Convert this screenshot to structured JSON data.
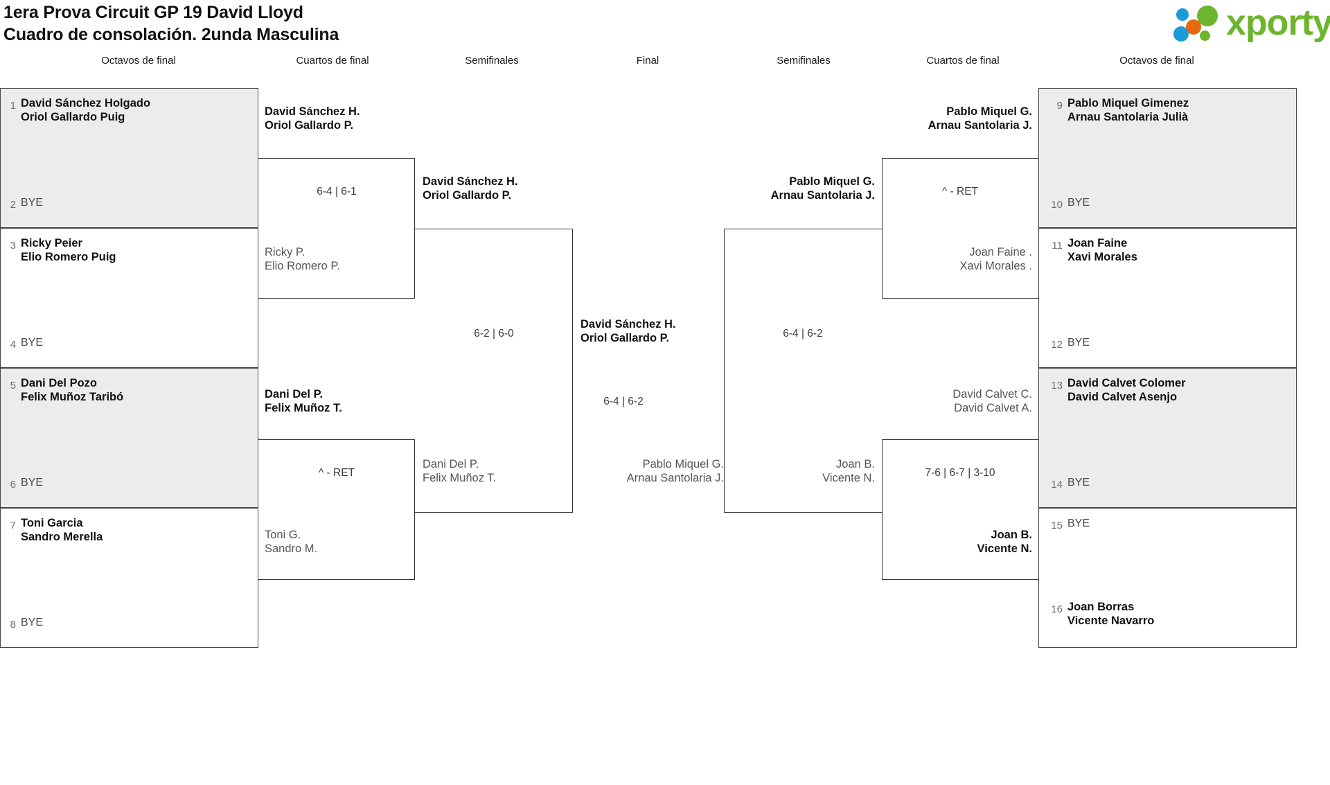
{
  "header": {
    "title_line1": "1era Prova Circuit GP 19 David Lloyd",
    "title_line2": "Cuadro de consolación. 2unda Masculina",
    "logo_word": "xporty",
    "logo_colors": {
      "green": "#6cb52d",
      "blue": "#1b9bd8",
      "orange": "#e8690b"
    }
  },
  "round_headers": {
    "r16_left": "Octavos de final",
    "qf_left": "Cuartos de final",
    "sf_left": "Semifinales",
    "final": "Final",
    "sf_right": "Semifinales",
    "qf_right": "Cuartos de final",
    "r16_right": "Octavos de final"
  },
  "left_seeds": [
    {
      "num": "1",
      "names": [
        "David Sánchez Holgado",
        "Oriol Gallardo Puig"
      ],
      "bye": false
    },
    {
      "num": "2",
      "names": [
        "BYE"
      ],
      "bye": true
    },
    {
      "num": "3",
      "names": [
        "Ricky Peier",
        "Elio Romero Puig"
      ],
      "bye": false
    },
    {
      "num": "4",
      "names": [
        "BYE"
      ],
      "bye": true
    },
    {
      "num": "5",
      "names": [
        "Dani Del Pozo",
        "Felix Muñoz Taribó"
      ],
      "bye": false
    },
    {
      "num": "6",
      "names": [
        "BYE"
      ],
      "bye": true
    },
    {
      "num": "7",
      "names": [
        "Toni Garcia",
        "Sandro Merella"
      ],
      "bye": false
    },
    {
      "num": "8",
      "names": [
        "BYE"
      ],
      "bye": true
    }
  ],
  "right_seeds": [
    {
      "num": "9",
      "names": [
        "Pablo Miquel Gimenez",
        "Arnau Santolaria Julià"
      ],
      "bye": false
    },
    {
      "num": "10",
      "names": [
        "BYE"
      ],
      "bye": true
    },
    {
      "num": "11",
      "names": [
        "Joan Faine",
        "Xavi Morales"
      ],
      "bye": false
    },
    {
      "num": "12",
      "names": [
        "BYE"
      ],
      "bye": true
    },
    {
      "num": "13",
      "names": [
        "David Calvet Colomer",
        "David Calvet Asenjo"
      ],
      "bye": false
    },
    {
      "num": "14",
      "names": [
        "BYE"
      ],
      "bye": true
    },
    {
      "num": "15",
      "names": [
        "BYE"
      ],
      "bye": true
    },
    {
      "num": "16",
      "names": [
        "Joan Borras",
        "Vicente Navarro"
      ],
      "bye": false
    }
  ],
  "left_qf": [
    {
      "winner": [
        "David Sánchez H.",
        "Oriol Gallardo P."
      ],
      "loser": [
        "Ricky P.",
        "Elio Romero P."
      ],
      "score": "6-4 | 6-1"
    },
    {
      "winner": [
        "Dani Del P.",
        "Felix Muñoz T."
      ],
      "loser": [
        "Toni G.",
        "Sandro M."
      ],
      "score": "^ - RET"
    }
  ],
  "left_sf": {
    "winner": [
      "David Sánchez H.",
      "Oriol Gallardo P."
    ],
    "loser": [
      "Dani Del P.",
      "Felix Muñoz T."
    ],
    "score": "6-2 | 6-0"
  },
  "final": {
    "winner": [
      "David Sánchez H.",
      "Oriol Gallardo P."
    ],
    "loser": [
      "Pablo Miquel G.",
      "Arnau Santolaria J."
    ],
    "score": "6-4 | 6-2"
  },
  "right_sf": {
    "winner": [
      "Pablo Miquel G.",
      "Arnau Santolaria J."
    ],
    "loser": [
      "Joan B.",
      "Vicente N."
    ],
    "score": "6-4 | 6-2"
  },
  "right_qf": [
    {
      "winner": [
        "Pablo Miquel G.",
        "Arnau Santolaria J."
      ],
      "loser": [
        "Joan Faine .",
        "Xavi Morales ."
      ],
      "score": "^ - RET"
    },
    {
      "winner": [
        "Joan B.",
        "Vicente N."
      ],
      "loser": [
        "David Calvet C.",
        "David Calvet A."
      ],
      "score": "7-6 | 6-7 | 3-10"
    }
  ]
}
